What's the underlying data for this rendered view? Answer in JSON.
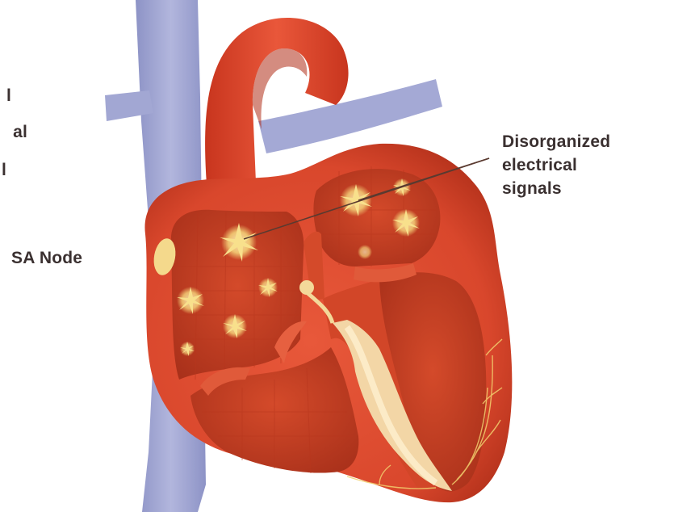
{
  "labels": {
    "sa_node": "SA Node",
    "disorganized_line1": "Disorganized",
    "disorganized_line2": "electrical",
    "disorganized_line3": "signals",
    "cropped_fragment_top": "l",
    "cropped_fragment_mid": "al",
    "cropped_fragment_low": "l"
  },
  "colors": {
    "vein": "#9aa0cf",
    "heart_wall": "#d9472c",
    "heart_dark": "#a82a17",
    "chamber": "#c23a1f",
    "conduction": "#f2d27a",
    "spark": "#f6dc86",
    "pointer_line": "#5a3a30",
    "text": "#3a3030"
  },
  "icons": {
    "signal": "spark-star-icon",
    "node": "sa-node-ellipse"
  }
}
